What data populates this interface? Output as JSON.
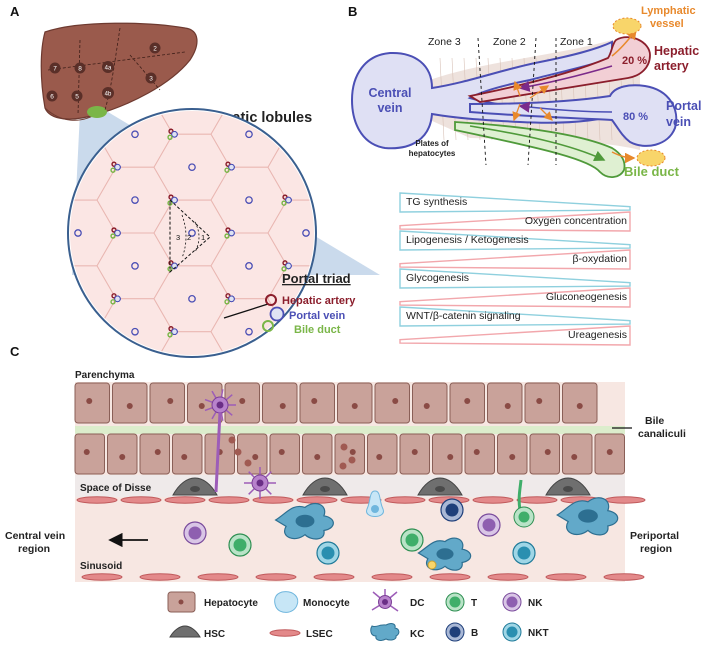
{
  "panel_labels": {
    "a": "A",
    "b": "B",
    "c": "C"
  },
  "panel_a": {
    "liver_segments": [
      "2",
      "7",
      "8",
      "4a",
      "3",
      "6",
      "5",
      "4b"
    ],
    "title": "Hepatic lobules",
    "zone_numbers": [
      "3",
      "2",
      "1"
    ],
    "portal_triad_title": "Portal triad",
    "portal_triad_items": [
      {
        "label": "Hepatic artery",
        "color": "#8b1e2c"
      },
      {
        "label": "Portal vein",
        "color": "#4b4fb5"
      },
      {
        "label": "Bile duct",
        "color": "#7ab648"
      }
    ]
  },
  "panel_b": {
    "zones": [
      "Zone 3",
      "Zone 2",
      "Zone 1"
    ],
    "central_vein": "Central\nvein",
    "hepatic_artery": "Hepatic\nartery",
    "hepatic_artery_pct": "20 %",
    "portal_vein": "Portal\nvein",
    "portal_vein_pct": "80 %",
    "bile_duct": "Bile duct",
    "lymphatic_vessel": "Lymphatic\nvessel",
    "plates": "Plates of\nhepatocytes",
    "gradients": [
      {
        "label": "TG synthesis",
        "align": "left",
        "color": "#8fd0de"
      },
      {
        "label": "Oxygen concentration",
        "align": "right",
        "color": "#f2a7ac"
      },
      {
        "label": "Lipogenesis / Ketogenesis",
        "align": "left",
        "color": "#8fd0de"
      },
      {
        "label": "β-oxydation",
        "align": "right",
        "color": "#f2a7ac"
      },
      {
        "label": "Glycogenesis",
        "align": "left",
        "color": "#8fd0de"
      },
      {
        "label": "Gluconeogenesis",
        "align": "right",
        "color": "#f2a7ac"
      },
      {
        "label": "WNT/β-catenin signaling",
        "align": "left",
        "color": "#8fd0de"
      },
      {
        "label": "Ureagenesis",
        "align": "right",
        "color": "#f2a7ac"
      }
    ]
  },
  "panel_c": {
    "parenchyma": "Parenchyma",
    "bile_canaliculi": "Bile\ncanaliculi",
    "space_of_disse": "Space of Disse",
    "central_vein_region": "Central vein\nregion",
    "sinusoid": "Sinusoid",
    "periportal_region": "Periportal\nregion"
  },
  "legend": [
    {
      "label": "Hepatocyte",
      "icon": "hepatocyte-icon"
    },
    {
      "label": "Monocyte",
      "icon": "monocyte-icon"
    },
    {
      "label": "DC",
      "icon": "dc-icon"
    },
    {
      "label": "T",
      "icon": "t-cell-icon",
      "color": "#3fae6a"
    },
    {
      "label": "NK",
      "icon": "nk-cell-icon",
      "color": "#8e5fb0"
    },
    {
      "label": "HSC",
      "icon": "hsc-icon"
    },
    {
      "label": "LSEC",
      "icon": "lsec-icon"
    },
    {
      "label": "KC",
      "icon": "kc-icon"
    },
    {
      "label": "B",
      "icon": "b-cell-icon",
      "color": "#1f3f7a"
    },
    {
      "label": "NKT",
      "icon": "nkt-cell-icon",
      "color": "#2a8fb0"
    }
  ]
}
